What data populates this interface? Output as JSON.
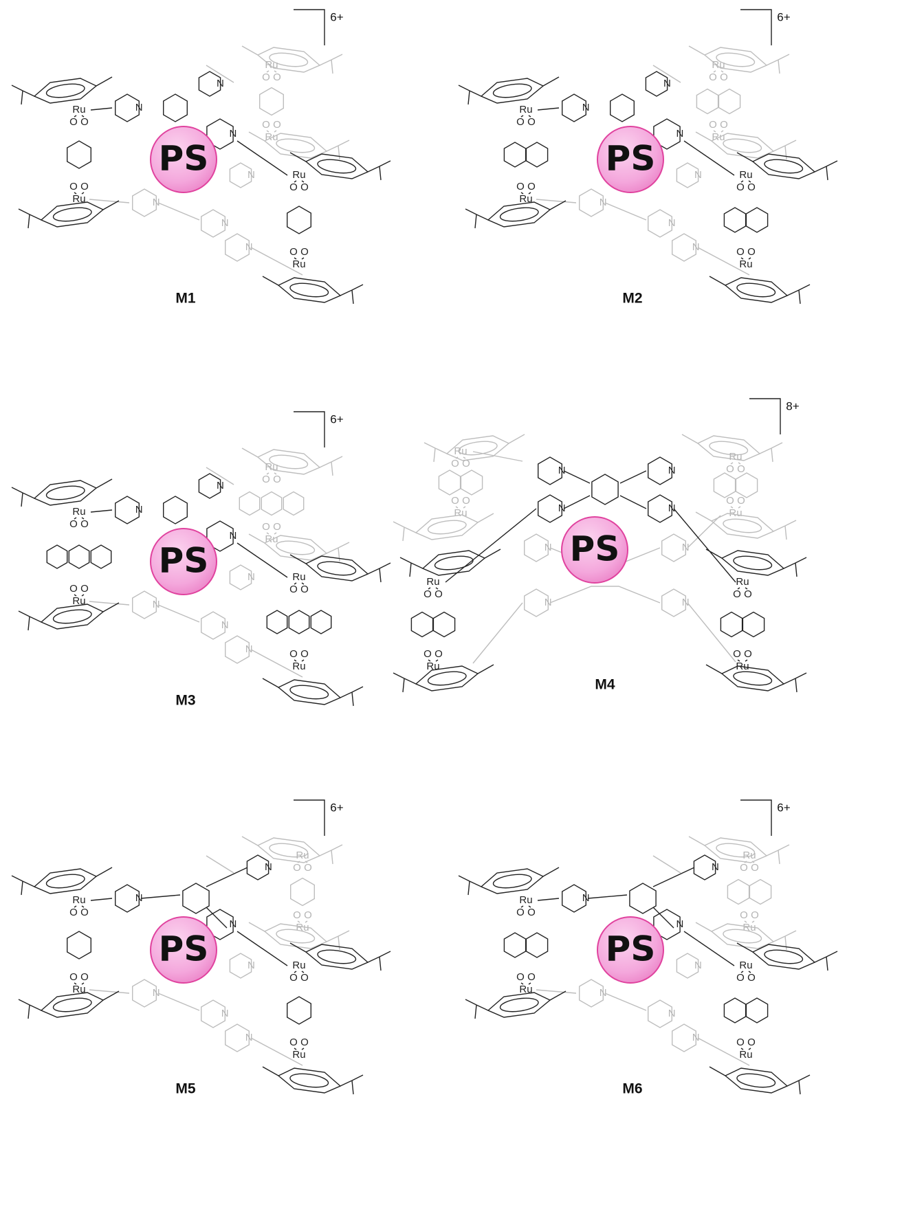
{
  "colors": {
    "ps_fill": "#f4a7dc",
    "ps_stroke": "#e0429e",
    "bond_front": "#222222",
    "bond_back": "#bdbdbd"
  },
  "guest_label": "PS",
  "atom_labels": {
    "ruthenium": "Ru",
    "nitrogen": "N",
    "oxygen": "O"
  },
  "panels": [
    {
      "label": "M1",
      "charge": "6+",
      "linker": "tpt",
      "acceptor": "benzoquinone"
    },
    {
      "label": "M2",
      "charge": "6+",
      "linker": "tpt",
      "acceptor": "naphthoquinone"
    },
    {
      "label": "M3",
      "charge": "6+",
      "linker": "tpt",
      "acceptor": "anthraquinone"
    },
    {
      "label": "M4",
      "charge": "8+",
      "linker": "tetrapyridyl-vinyl",
      "acceptor": "naphthoquinone"
    },
    {
      "label": "M5",
      "charge": "6+",
      "linker": "tripyridyl-vinyl",
      "acceptor": "benzoquinone"
    },
    {
      "label": "M6",
      "charge": "6+",
      "linker": "tripyridyl-vinyl",
      "acceptor": "naphthoquinone"
    }
  ]
}
